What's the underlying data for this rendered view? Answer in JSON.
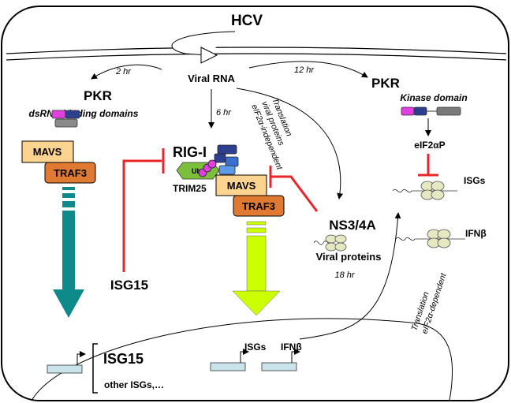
{
  "diagram": {
    "virus": "HCV",
    "viral_rna": "Viral RNA",
    "pkr_left": "PKR",
    "pkr_left_domain": "dsRNA binding domains",
    "pkr_right": "PKR",
    "pkr_right_domain": "Kinase domain",
    "time_2hr": "2 hr",
    "time_6hr": "6 hr",
    "time_12hr": "12 hr",
    "time_18hr": "18 hr",
    "translation_independent": [
      "Translation",
      "viral proteins",
      "eIF2α-independent"
    ],
    "translation_dependent": [
      "Translation",
      "eIF2α-dependent"
    ],
    "rig_i": "RIG-I",
    "ub": "Ub",
    "trim25": "TRIM25",
    "mavs": "MAVS",
    "traf3": "TRAF3",
    "ns34a": "NS3/4A",
    "viral_proteins": "Viral proteins",
    "eif2ap": "eIF2αP",
    "isgs_right": "ISGs",
    "ifnb_right": "IFNβ",
    "isg15_mid": "ISG15",
    "isg15_bottom": "ISG15",
    "other_isgs": "other ISGs,…",
    "isgs_bottom": "ISGs",
    "ifnb_bottom": "IFNβ"
  },
  "colors": {
    "mavs_fill": "#fcd48f",
    "traf3_fill": "#e07a32",
    "teal_arrow": "#0f8a8a",
    "yellow_arrow": "#ccff00",
    "trim25_green": "#7bbf3c",
    "inhibit_red": "#e8262a",
    "pink_domain": "#e040e0",
    "blue_domain": "#2f3f8f",
    "ribosome": "#e6e8c2",
    "gene_box": "#c9e4ea"
  }
}
